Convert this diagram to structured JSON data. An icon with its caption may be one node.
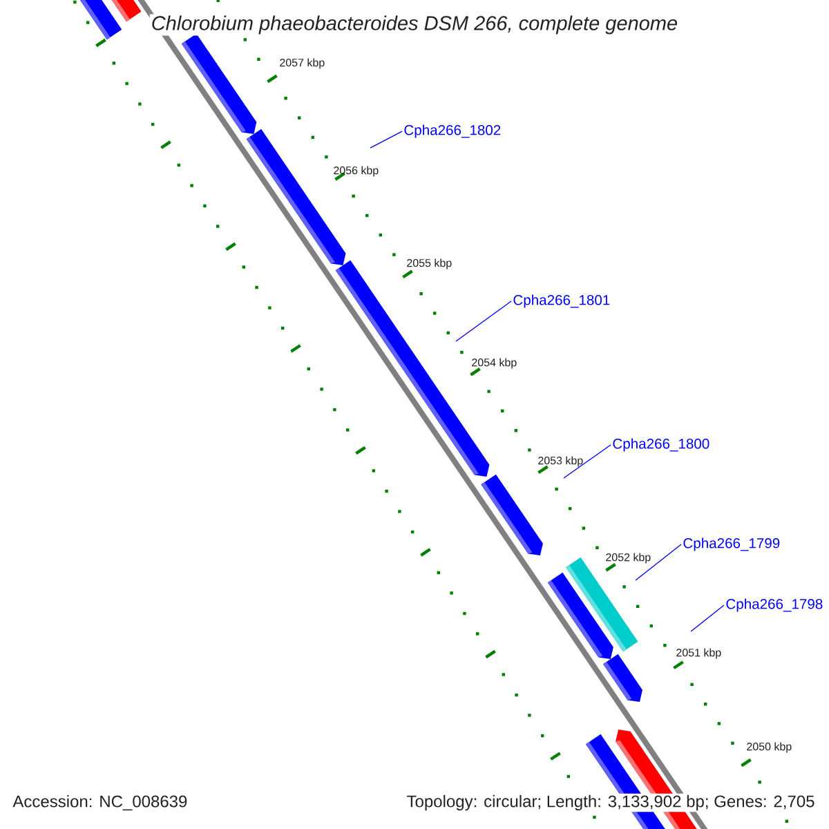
{
  "diagram": {
    "title": "Chlorobium phaeobacteroides DSM 266, complete genome",
    "nodes": [
      {
        "text": [
          "Cpha266_1802"
        ]
      },
      {
        "text": [
          "Cpha266_1801"
        ]
      },
      {
        "text": [
          "Cpha266_1800"
        ]
      },
      {
        "text": [
          "Cpha266_1799"
        ]
      },
      {
        "text": [
          "Cpha266_1798"
        ]
      }
    ],
    "edges": [
      {
        "from": 0,
        "to": null,
        "arrow": "none"
      },
      {
        "from": 1,
        "to": null,
        "arrow": "none"
      },
      {
        "from": 2,
        "to": null,
        "arrow": "none"
      },
      {
        "from": 3,
        "to": null,
        "arrow": "none"
      },
      {
        "from": 4,
        "to": null,
        "arrow": "none"
      }
    ],
    "labels": [
      "2057 kbp",
      "2056 kbp",
      "2055 kbp",
      "2054 kbp",
      "2053 kbp",
      "2052 kbp",
      "2051 kbp",
      "2050 kbp",
      "Accession: NC_008639",
      "Topology: circular; Length: 3,133,902 bp; Genes: 2,705"
    ]
  }
}
